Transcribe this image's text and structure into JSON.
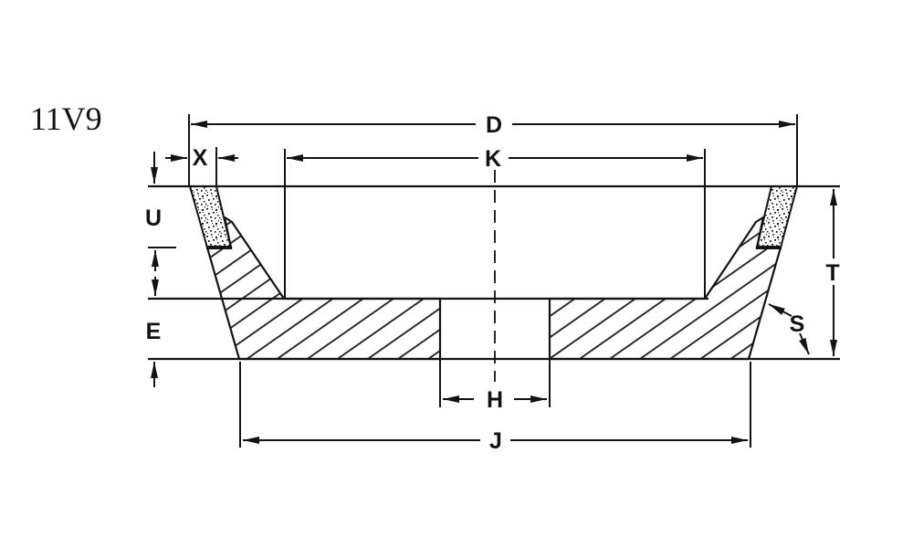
{
  "title": "11V9",
  "diagram": {
    "type": "grinding-wheel-cross-section",
    "wheel_shape_code": "11V9"
  },
  "colors": {
    "line": "#131313",
    "background": "#ffffff"
  },
  "dimensions": {
    "outer_diameter": "D",
    "opening_diameter": "K",
    "rim_width": "X",
    "abrasive_depth": "U",
    "back_thickness": "E",
    "total_thickness": "T",
    "wall_slant": "S",
    "bore_diameter": "H",
    "back_diameter": "J"
  }
}
